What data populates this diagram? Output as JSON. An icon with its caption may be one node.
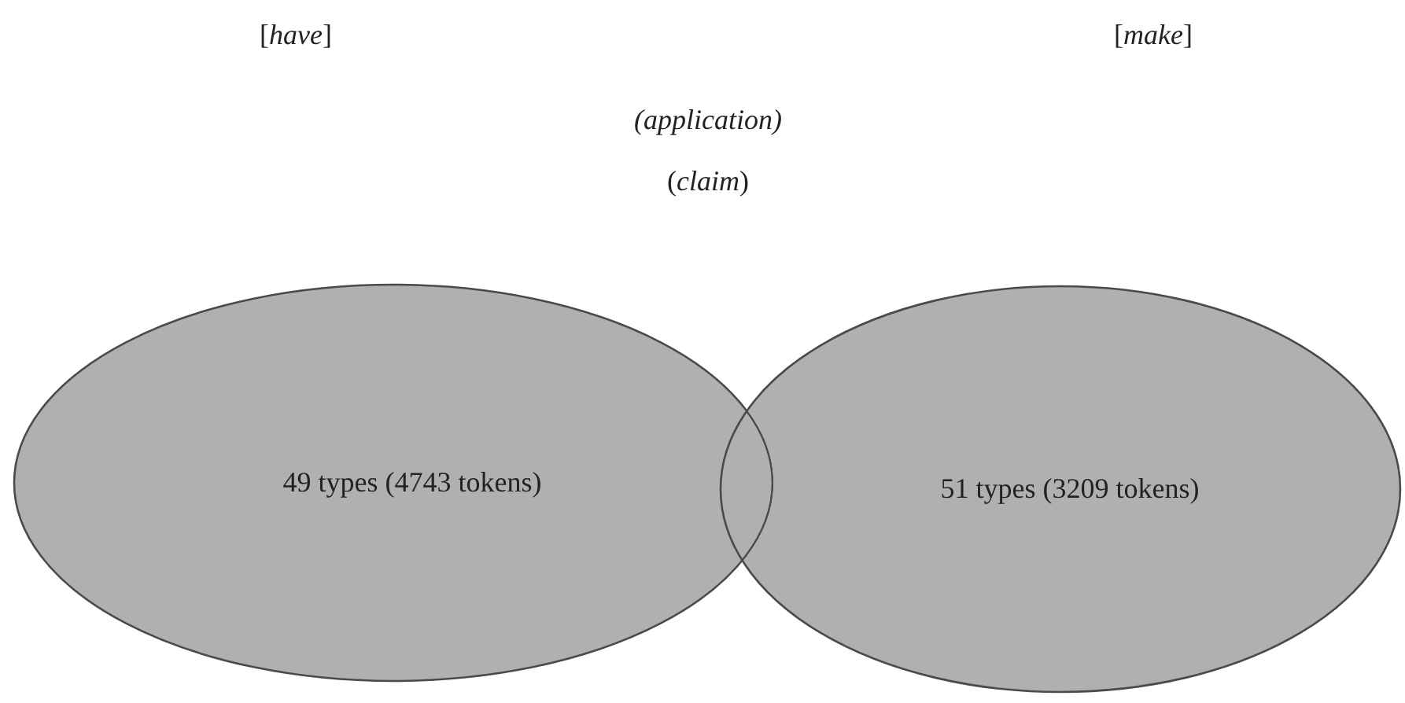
{
  "diagram": {
    "nodes": [
      {
        "text": [
          "49 types (4743 tokens)"
        ]
      },
      {
        "text": [
          "51 types (3209 tokens)"
        ]
      }
    ],
    "labels": [
      "[*have*]",
      "[*make*]",
      "*(application)*",
      "(*claim*)"
    ]
  }
}
